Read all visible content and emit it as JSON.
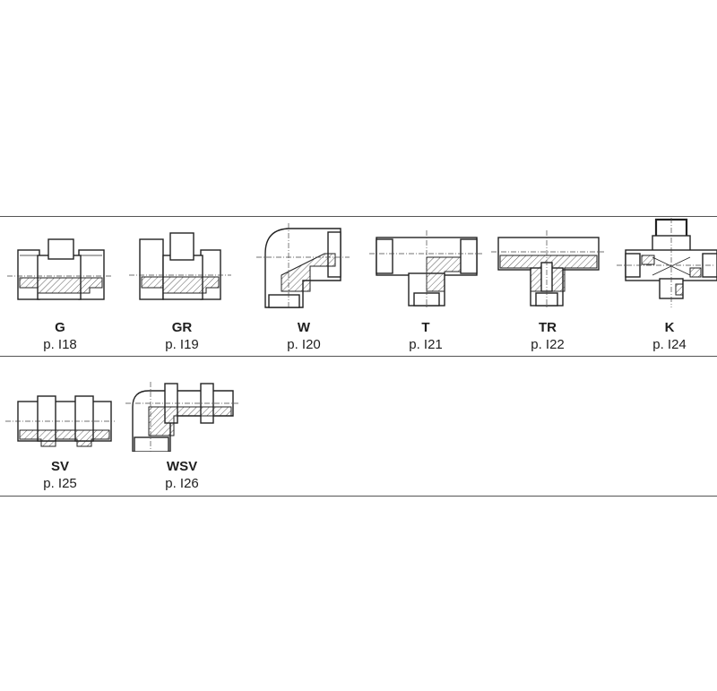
{
  "catalog": {
    "row1": [
      {
        "code": "G",
        "page": "p. I18"
      },
      {
        "code": "GR",
        "page": "p. I19"
      },
      {
        "code": "W",
        "page": "p. I20"
      },
      {
        "code": "T",
        "page": "p. I21"
      },
      {
        "code": "TR",
        "page": "p. I22"
      },
      {
        "code": "K",
        "page": "p. I24"
      }
    ],
    "row2": [
      {
        "code": "SV",
        "page": "p. I25"
      },
      {
        "code": "WSV",
        "page": "p. I26"
      }
    ]
  }
}
